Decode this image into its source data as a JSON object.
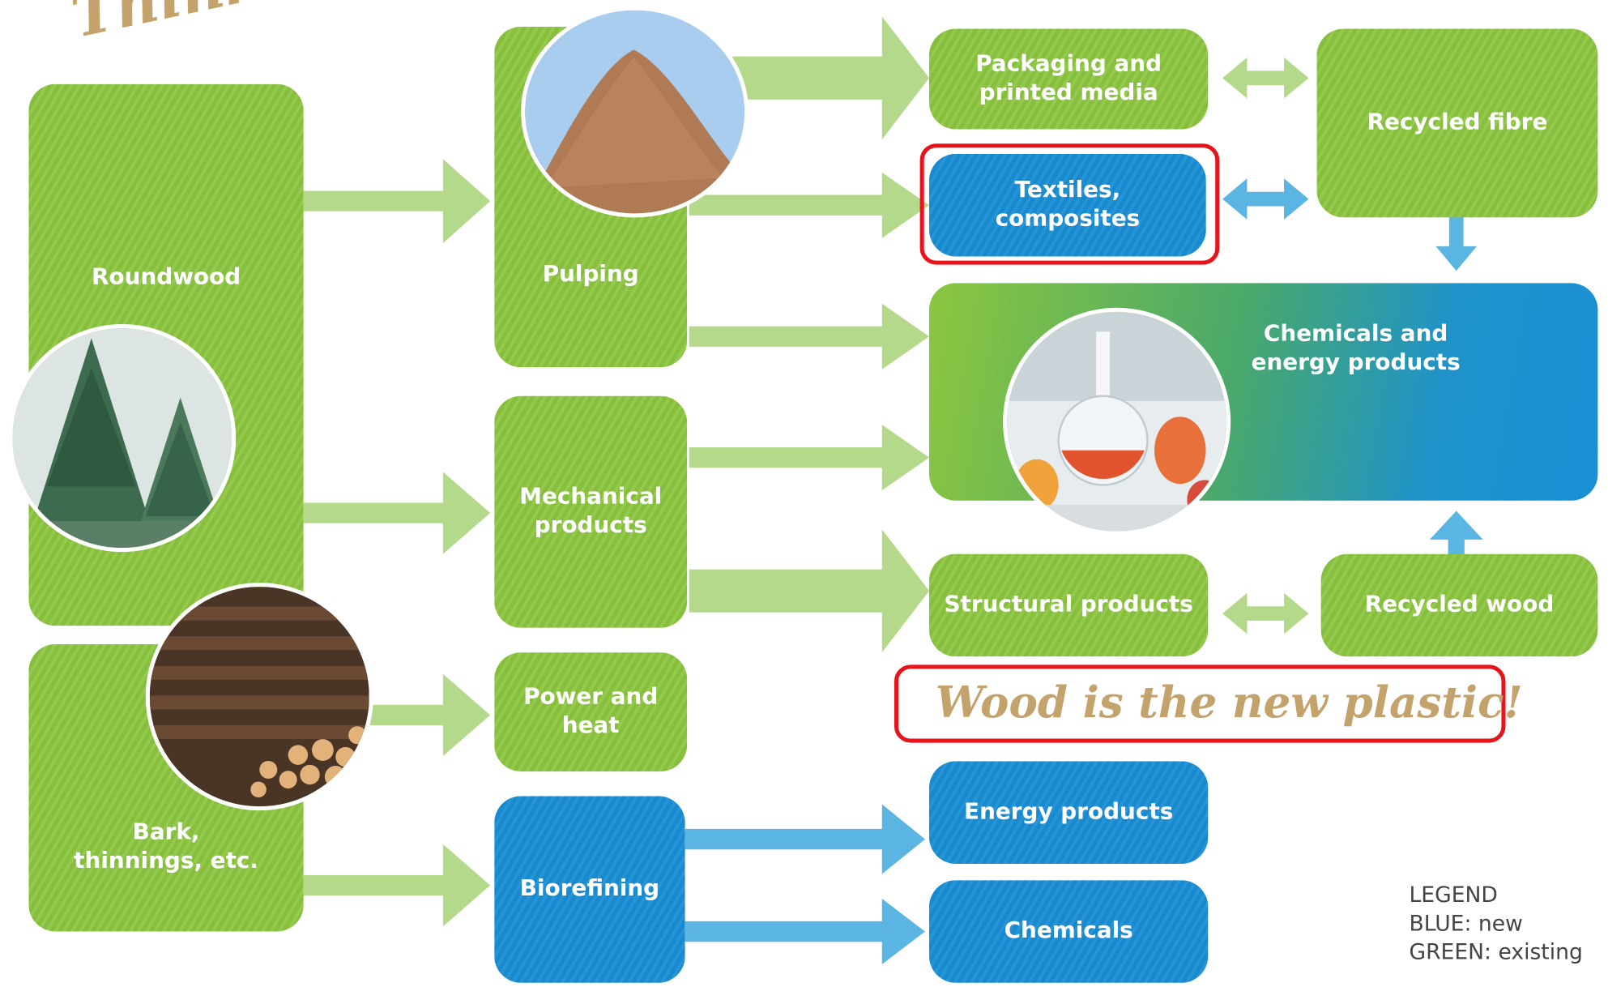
{
  "title_fragment": "Think",
  "nodes": {
    "roundwood": "Roundwood",
    "bark": "Bark, thinnings, etc.",
    "pulping": "Pulping",
    "mechanical": "Mechanical products",
    "power": "Power and heat",
    "biorefining": "Biorefining",
    "packaging": "Packaging and printed media",
    "textiles": "Textiles, composites",
    "recycled_fibre": "Recycled fibre",
    "chemicals_energy": "Chemicals and energy products",
    "structural": "Structural products",
    "recycled_wood": "Recycled wood",
    "energy_products": "Energy products",
    "chemicals": "Chemicals"
  },
  "slogan": "Wood is the new plastic!",
  "legend": {
    "title": "LEGEND",
    "blue": "BLUE: new",
    "green": "GREEN: existing"
  },
  "colors": {
    "existing_green": "#8cc63f",
    "new_blue": "#1a8fd6",
    "highlight_red": "#e8141c",
    "slogan_gold": "#c4a26b"
  },
  "photos": [
    "sawdust-pile-photo",
    "forest-trees-photo",
    "log-pile-photo",
    "laboratory-flasks-photo"
  ]
}
